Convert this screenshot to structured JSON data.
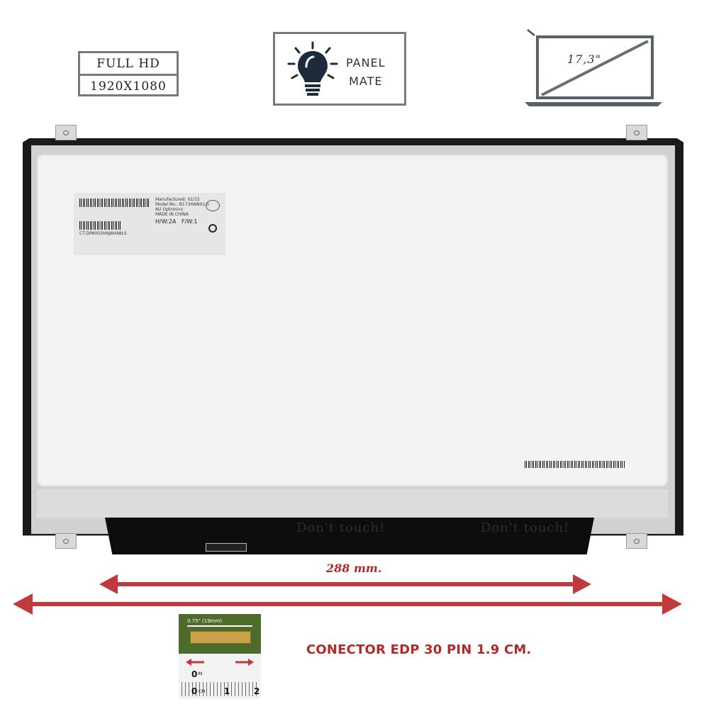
{
  "badges": {
    "resolution": {
      "line1": "FULL HD",
      "line2": "1920X1080"
    },
    "panel": {
      "line1": "PANEL",
      "line2": "MATE",
      "icon": "lightbulb-icon"
    },
    "size": {
      "text": "17,3\"",
      "icon": "laptop-icon"
    }
  },
  "lcd": {
    "sticker": {
      "top_line1": "Manufactured: 01/15",
      "top_line2": "Model No.: B173HAN01.0",
      "top_line3": "AU Optronics",
      "top_line4": "MADE IN CHINA",
      "hw": "H/W:2A",
      "fw": "F/W:1",
      "serial": "CT-DPA003VNJ8HA8LS"
    },
    "pcb_warning_1": "Don't touch!",
    "pcb_warning_2": "Don't touch!"
  },
  "dimensions": {
    "width_label": "288 mm."
  },
  "connector": {
    "label": "CONECTOR EDP 30 PIN 1.9 CM.",
    "measure_text": "0.75\" (19mm)",
    "ruler_marks": [
      "0",
      "1",
      "2"
    ],
    "ruler_unit": "CM",
    "ruler_unit_small": "IN"
  },
  "colors": {
    "arrow": "#c0393b",
    "badge_border": "#7a7a7a",
    "bulb": "#1e2b3c"
  }
}
